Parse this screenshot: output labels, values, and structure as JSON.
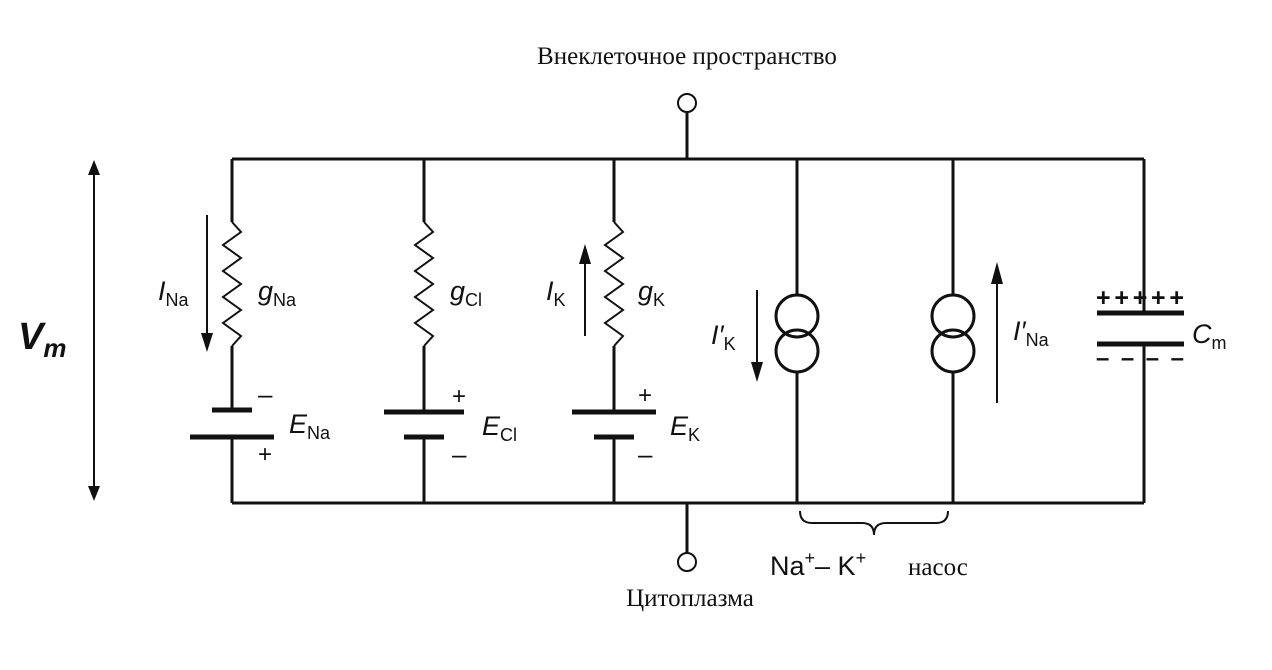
{
  "labels": {
    "top_title": "Внеклеточное пространство",
    "bottom_title": "Цитоплазма",
    "vm_main": "V",
    "vm_sub": "m"
  },
  "branches": {
    "na": {
      "current": "I",
      "current_sub": "Na",
      "conductance": "g",
      "conductance_sub": "Na",
      "emf": "E",
      "emf_sub": "Na",
      "top_sign": "–",
      "bottom_sign": "+"
    },
    "cl": {
      "conductance": "g",
      "conductance_sub": "Cl",
      "emf": "E",
      "emf_sub": "Cl",
      "top_sign": "+",
      "bottom_sign": "–"
    },
    "k": {
      "current": "I",
      "current_sub": "K",
      "conductance": "g",
      "conductance_sub": "K",
      "emf": "E",
      "emf_sub": "K",
      "top_sign": "+",
      "bottom_sign": "–"
    },
    "pump_k": {
      "current": "I′",
      "current_sub": "K"
    },
    "pump_na": {
      "current": "I′",
      "current_sub": "Na"
    },
    "capacitor": {
      "label": "C",
      "label_sub": "m",
      "top_signs": "+++++",
      "bottom_signs": "– – – –"
    }
  },
  "pump": {
    "na": "Na",
    "plus1": "+",
    "dash": "– K",
    "plus2": "+",
    "word": "насос"
  }
}
